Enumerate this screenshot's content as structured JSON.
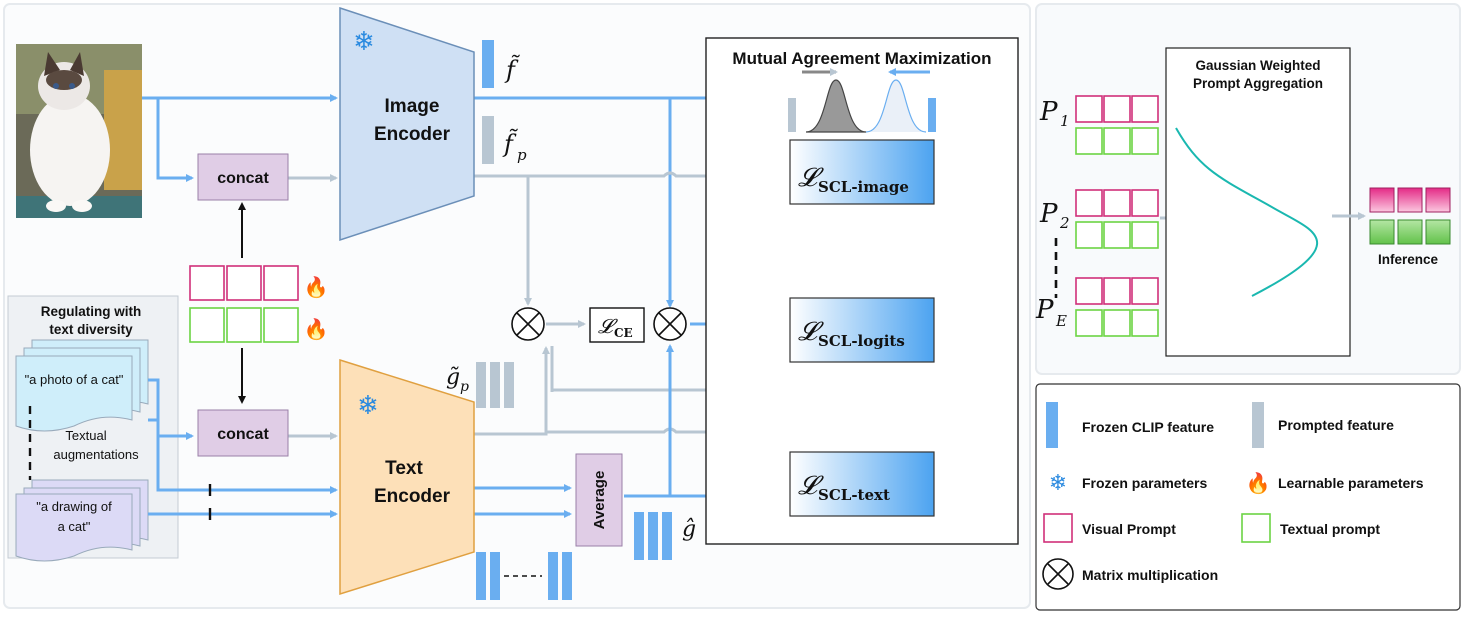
{
  "main": {
    "image_encoder": [
      "Image",
      "Encoder"
    ],
    "text_encoder": [
      "Text",
      "Encoder"
    ],
    "concat": "concat",
    "average": "Average",
    "regulating_title": [
      "Regulating with",
      "text diversity"
    ],
    "prompt_1": "\"a photo of a cat\"",
    "prompt_2": [
      "\"a drawing of",
      "a cat\""
    ],
    "textual_aug": [
      "Textual",
      "augmentations"
    ],
    "mutual_title": "Mutual Agreement Maximization",
    "f_tilde": "f̃",
    "f_tilde_p": "f̃",
    "f_sub": "p",
    "g_tilde_p": "g̃",
    "g_sub": "p",
    "g_hat": "ĝ",
    "loss_image": "𝓛",
    "loss_image_sub": "SCL-image",
    "loss_logits": "𝓛",
    "loss_logits_sub": "SCL-logits",
    "loss_text": "𝓛",
    "loss_text_sub": "SCL-text",
    "loss_ce": "𝓛",
    "loss_ce_sub": "CE",
    "snowflake": "❄",
    "fire": "🔥",
    "otimes": "⊗"
  },
  "aggregation": {
    "title": [
      "Gaussian Weighted",
      "Prompt Aggregation"
    ],
    "p1": "P",
    "p1_sub": "1",
    "p2": "P",
    "p2_sub": "2",
    "pe": "P",
    "pe_sub": "E",
    "inference": "Inference"
  },
  "legend": {
    "frozen_clip": "Frozen CLIP feature",
    "prompted": "Prompted feature",
    "frozen_params": "Frozen parameters",
    "learnable_params": "Learnable parameters",
    "visual_prompt": "Visual Prompt",
    "textual_prompt": "Textual prompt",
    "matmul": "Matrix multiplication"
  },
  "colors": {
    "blue": "#6aaef0",
    "gray": "#b8c6d2",
    "pink": "#d0307a",
    "green": "#6cd444",
    "concat_fill": "#e0cde6",
    "image_enc": "#cfe0f4",
    "text_enc": "#fde0b8"
  }
}
